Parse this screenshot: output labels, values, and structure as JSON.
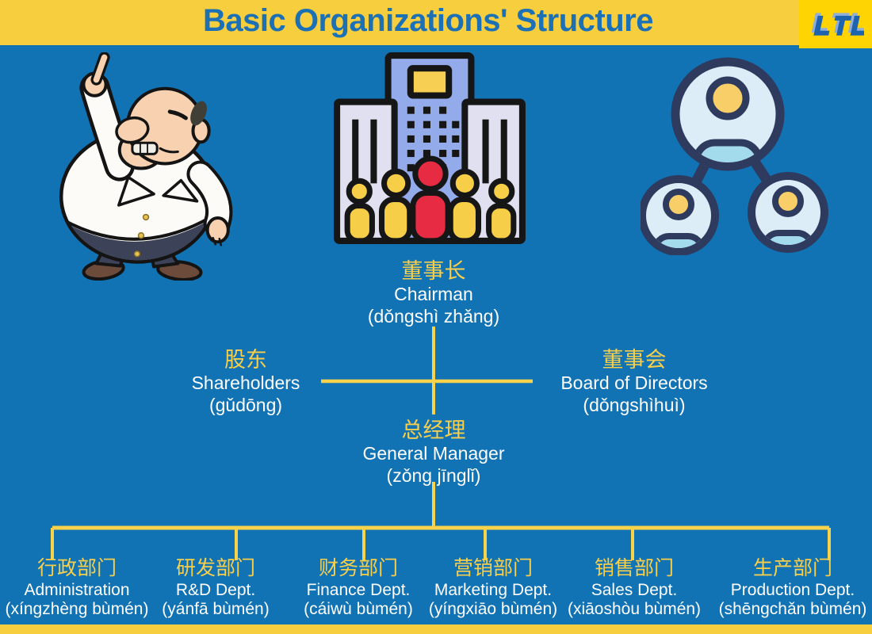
{
  "header": {
    "title": "Basic Organizations' Structure",
    "logo_text": "LTL"
  },
  "colors": {
    "background": "#1172B4",
    "header_bar": "#F6CE3E",
    "logo_bg": "#FFD402",
    "title_text": "#1C70B6",
    "accent_yellow": "#F7CF4B",
    "connector_yellow": "#F8D24B",
    "white_text": "#FFFFFF",
    "icon_navy": "#2E3A5E",
    "person_red": "#E62B43"
  },
  "icons": {
    "left": "boss-cartoon-pointing-up",
    "center": "company-building-with-people",
    "right": "team-hierarchy-avatars"
  },
  "org_chart": {
    "chairman": {
      "hanzi": "董事长",
      "english": "Chairman",
      "pinyin": "(dǒngshì zhǎng)"
    },
    "shareholders": {
      "hanzi": "股东",
      "english": "Shareholders",
      "pinyin": "(gǔdōng)"
    },
    "board": {
      "hanzi": "董事会",
      "english": "Board of Directors",
      "pinyin": "(dǒngshìhuì)"
    },
    "general_manager": {
      "hanzi": "总经理",
      "english": "General Manager",
      "pinyin": "(zǒng jīnglǐ)"
    },
    "departments": [
      {
        "hanzi": "行政部门",
        "english": "Administration",
        "pinyin": "(xíngzhèng bùmén)"
      },
      {
        "hanzi": "研发部门",
        "english": "R&D Dept.",
        "pinyin": "(yánfā bùmén)"
      },
      {
        "hanzi": "财务部门",
        "english": "Finance Dept.",
        "pinyin": "(cáiwù bùmén)"
      },
      {
        "hanzi": "营销部门",
        "english": "Marketing Dept.",
        "pinyin": "(yíngxiāo bùmén)"
      },
      {
        "hanzi": "销售部门",
        "english": "Sales Dept.",
        "pinyin": "(xiāoshòu bùmén)"
      },
      {
        "hanzi": "生产部门",
        "english": "Production Dept.",
        "pinyin": "(shēngchǎn bùmén)"
      }
    ]
  }
}
